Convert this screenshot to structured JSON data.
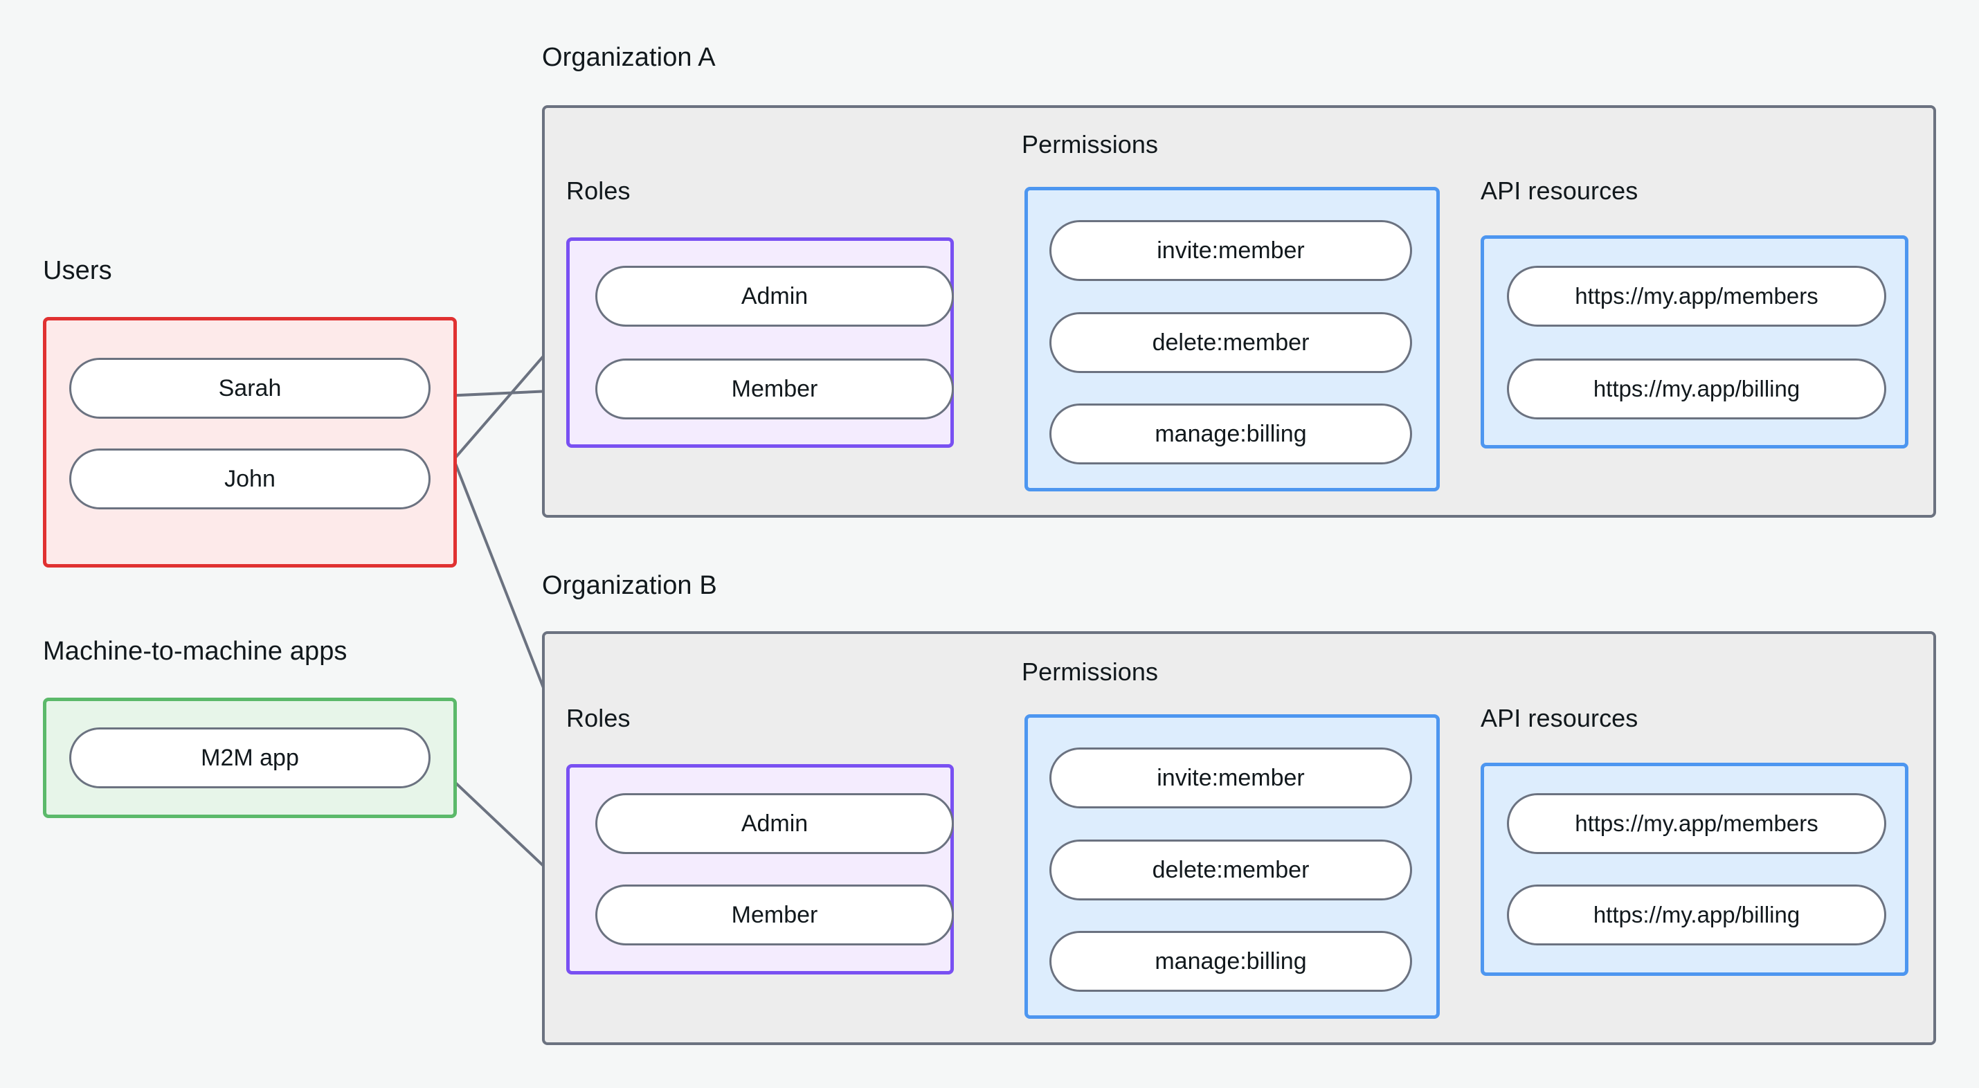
{
  "diagram": {
    "title_hidden": "",
    "colors": {
      "background": "#f5f7f7",
      "org_fill": "#ededed",
      "org_border": "#6b7280",
      "users_fill": "#fdeaea",
      "users_border": "#e03131",
      "m2m_fill": "#e7f5e9",
      "m2m_border": "#5bb96a",
      "roles_fill": "#f4ecfe",
      "roles_border": "#7950f2",
      "permissions_fill": "#ddedfd",
      "permissions_border": "#4d96f0",
      "api_fill": "#ddedfd",
      "api_border": "#4d96f0",
      "node_fill": "#ffffff",
      "node_border": "#6b7280",
      "edge_stroke": "#6b7280",
      "text": "#11181c"
    },
    "labels": {
      "users": "Users",
      "m2m_apps": "Machine-to-machine apps",
      "organization_a": "Organization A",
      "organization_b": "Organization B",
      "roles": "Roles",
      "permissions": "Permissions",
      "api_resources": "API resources"
    },
    "users": [
      {
        "id": "sarah",
        "label": "Sarah"
      },
      {
        "id": "john",
        "label": "John"
      }
    ],
    "m2m": [
      {
        "id": "m2m-app",
        "label": "M2M app"
      }
    ],
    "org_a": {
      "name": "Organization A",
      "roles": [
        {
          "id": "a-admin",
          "label": "Admin"
        },
        {
          "id": "a-member",
          "label": "Member"
        }
      ],
      "permissions": [
        {
          "id": "a-invite-member",
          "label": "invite:member"
        },
        {
          "id": "a-delete-member",
          "label": "delete:member"
        },
        {
          "id": "a-manage-billing",
          "label": "manage:billing"
        }
      ],
      "api_resources": [
        {
          "id": "a-res-members",
          "label": "https://my.app/members"
        },
        {
          "id": "a-res-billing",
          "label": "https://my.app/billing"
        }
      ]
    },
    "org_b": {
      "name": "Organization B",
      "roles": [
        {
          "id": "b-admin",
          "label": "Admin"
        },
        {
          "id": "b-member",
          "label": "Member"
        }
      ],
      "permissions": [
        {
          "id": "b-invite-member",
          "label": "invite:member"
        },
        {
          "id": "b-delete-member",
          "label": "delete:member"
        },
        {
          "id": "b-manage-billing",
          "label": "manage:billing"
        }
      ],
      "api_resources": [
        {
          "id": "b-res-members",
          "label": "https://my.app/members"
        },
        {
          "id": "b-res-billing",
          "label": "https://my.app/billing"
        }
      ]
    },
    "connections": [
      {
        "from": "sarah",
        "to": "a-member"
      },
      {
        "from": "john",
        "to": "a-admin"
      },
      {
        "from": "sarah",
        "to": "b-admin"
      },
      {
        "from": "m2m-app",
        "to": "b-member"
      },
      {
        "from": "a-admin",
        "to": "a-invite-member"
      },
      {
        "from": "a-admin",
        "to": "a-delete-member"
      },
      {
        "from": "a-member",
        "to": "a-manage-billing"
      },
      {
        "from": "a-invite-member",
        "to": "a-res-members"
      },
      {
        "from": "a-delete-member",
        "to": "a-res-members"
      },
      {
        "from": "a-manage-billing",
        "to": "a-res-billing"
      },
      {
        "from": "b-admin",
        "to": "b-invite-member"
      },
      {
        "from": "b-admin",
        "to": "b-delete-member"
      },
      {
        "from": "b-member",
        "to": "b-manage-billing"
      },
      {
        "from": "b-invite-member",
        "to": "b-res-members"
      },
      {
        "from": "b-delete-member",
        "to": "b-res-members"
      },
      {
        "from": "b-manage-billing",
        "to": "b-res-billing"
      }
    ]
  }
}
